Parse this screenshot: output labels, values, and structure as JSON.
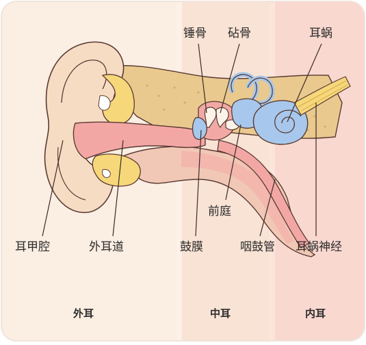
{
  "sections": {
    "outer": "外耳",
    "middle": "中耳",
    "inner": "内耳"
  },
  "labels": {
    "malleus": "锤骨",
    "incus": "砧骨",
    "cochlea": "耳蜗",
    "vestibule": "前庭",
    "concha": "耳甲腔",
    "ear_canal": "外耳道",
    "eardrum": "鼓膜",
    "eustachian_tube": "咽鼓管",
    "cochlear_nerve": "耳蜗神经"
  },
  "colors": {
    "outer_bg": "#fbeee3",
    "middle_bg": "#f9e3d5",
    "inner_bg": "#f9d8d0",
    "skin": "#f7dcc4",
    "bone": "#e9c98e",
    "canal": "#f3a7a5",
    "cartilage": "#f6d77a",
    "cochlea": "#a7c8ec",
    "outline": "#5a3a33"
  }
}
